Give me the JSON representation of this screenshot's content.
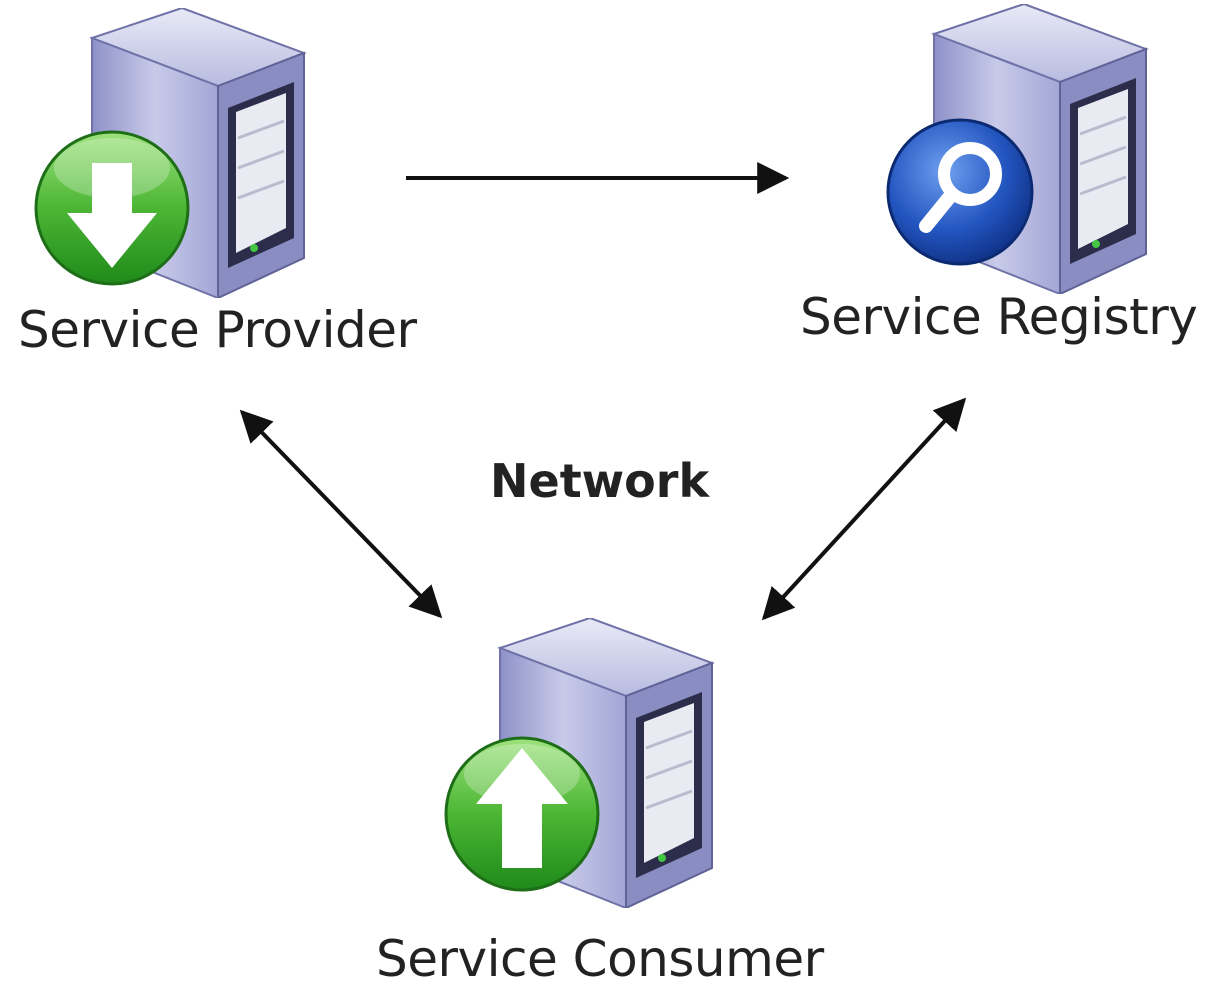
{
  "nodes": {
    "provider": {
      "label": "Service Provider",
      "badge_icon": "download-arrow-icon",
      "badge_color": "#3aa52b"
    },
    "registry": {
      "label": "Service Registry",
      "badge_icon": "magnifier-icon",
      "badge_color": "#1f4fb8"
    },
    "consumer": {
      "label": "Service Consumer",
      "badge_icon": "upload-arrow-icon",
      "badge_color": "#3aa52b"
    }
  },
  "network_label": "Network",
  "edges": [
    {
      "from": "provider",
      "to": "registry",
      "direction": "one-way"
    },
    {
      "from": "provider",
      "to": "consumer",
      "direction": "two-way"
    },
    {
      "from": "registry",
      "to": "consumer",
      "direction": "two-way"
    }
  ],
  "colors": {
    "arrow": "#111111",
    "server_body": "#b4b6e0",
    "server_dark": "#6f72a6"
  }
}
